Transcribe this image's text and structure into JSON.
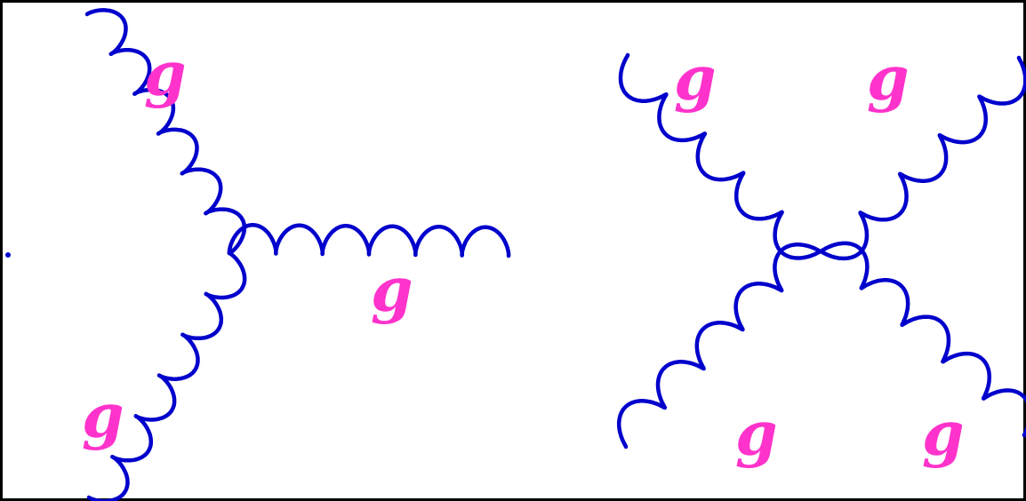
{
  "colors": {
    "gluon_line": "#0000cc",
    "label": "#ff33cc",
    "frame": "#000000",
    "background": "#ffffff"
  },
  "three_gluon_vertex": {
    "labels": [
      "g",
      "g",
      "g"
    ]
  },
  "four_gluon_vertex": {
    "labels": [
      "g",
      "g",
      "g",
      "g"
    ]
  }
}
